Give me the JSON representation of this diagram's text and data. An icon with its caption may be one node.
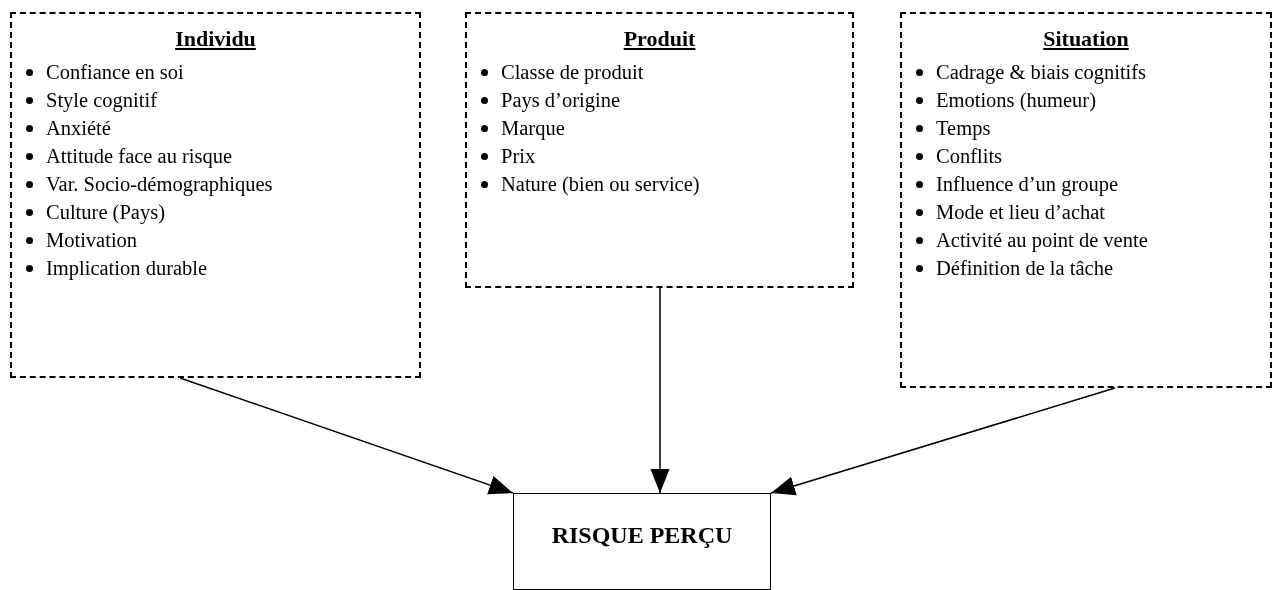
{
  "diagram": {
    "nodes": [
      {
        "text": [
          "Individu",
          "Confiance en soi",
          "Style cognitif",
          "Anxiété",
          "Attitude face au risque",
          "Var. Socio-démographiques",
          "Culture (Pays)",
          "Motivation",
          "Implication durable"
        ]
      },
      {
        "text": [
          "Produit",
          "Classe de produit",
          "Pays d’origine",
          "Marque",
          "Prix",
          "Nature (bien ou service)"
        ]
      },
      {
        "text": [
          "Situation",
          "Cadrage & biais cognitifs",
          "Emotions (humeur)",
          "Temps",
          "Conflits",
          "Influence d’un groupe",
          "Mode et lieu d’achat",
          "Activité au point de vente",
          "Définition de la tâche"
        ]
      },
      {
        "text": [
          "RISQUE PERÇU"
        ]
      }
    ],
    "edges": [
      {
        "from": 0,
        "to": 3,
        "arrow": "to"
      },
      {
        "from": 1,
        "to": 3,
        "arrow": "to"
      },
      {
        "from": 2,
        "to": 3,
        "arrow": "to"
      }
    ]
  }
}
